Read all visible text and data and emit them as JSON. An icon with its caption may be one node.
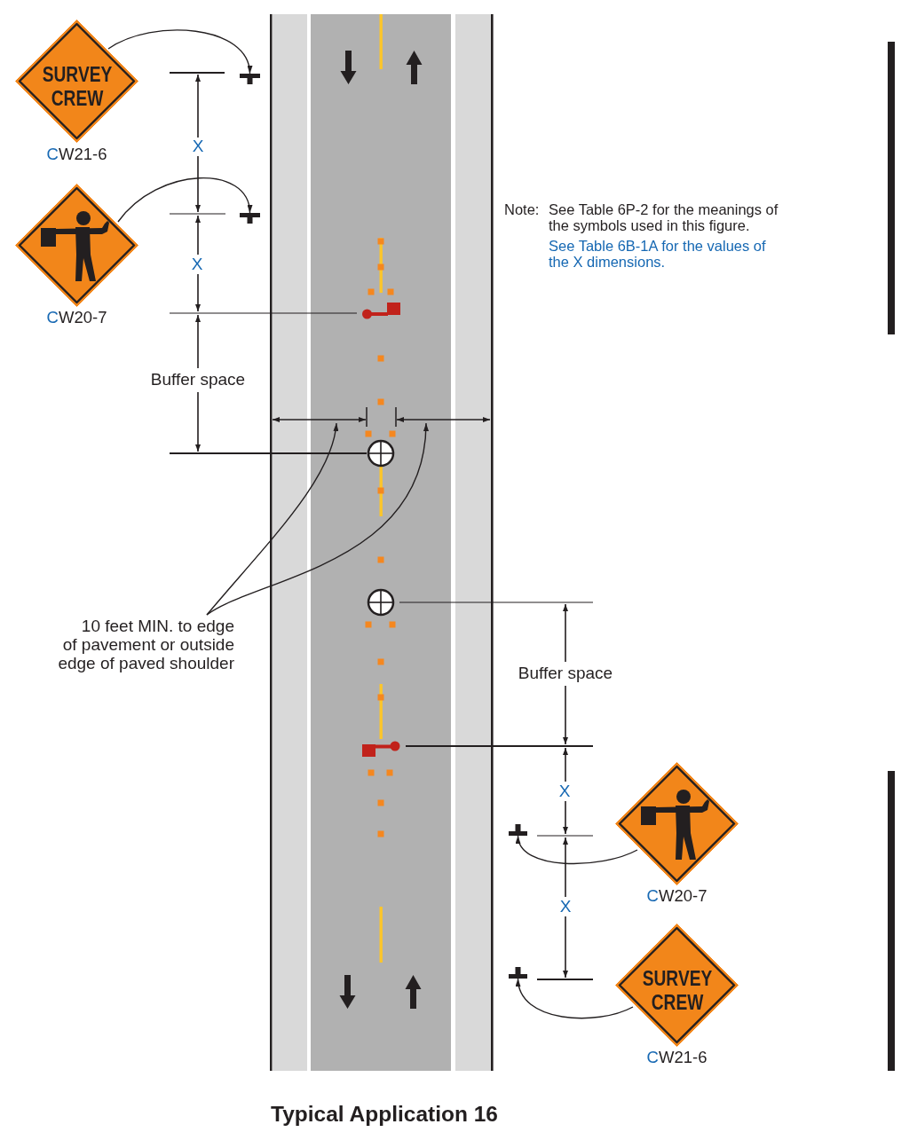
{
  "diagram": {
    "title": "Typical Application 16",
    "nodes": [
      {
        "text": [
          "SURVEY CREW"
        ],
        "beside": [
          "CW21-6"
        ]
      },
      {
        "text": [],
        "shape": "sign"
      },
      {
        "text": [],
        "shape": "diamond",
        "beside": [
          "CW20-7"
        ]
      },
      {
        "text": [],
        "shape": "sign"
      },
      {
        "text": [
          "10 feet MIN. to edge of pavement or outside edge of paved shoulder"
        ]
      },
      {
        "text": [],
        "shape": "sign"
      },
      {
        "text": [],
        "shape": "diamond",
        "beside": [
          "CW20-7"
        ]
      },
      {
        "text": [],
        "shape": "sign"
      },
      {
        "text": [
          "SURVEY CREW"
        ],
        "beside": [
          "CW21-6"
        ]
      }
    ],
    "edges": [
      {
        "from": 0,
        "to": 1,
        "arrow": "to"
      },
      {
        "from": 2,
        "to": 3,
        "arrow": "to"
      },
      {
        "from": 4,
        "to": null,
        "arrow": "to"
      },
      {
        "from": 4,
        "to": null,
        "arrow": "to"
      },
      {
        "from": 6,
        "to": 5,
        "arrow": "to"
      },
      {
        "from": 8,
        "to": 7,
        "arrow": "to"
      }
    ],
    "labels": [
      "X",
      "Note:",
      "See Table 6P-2 for the meanings of the symbols used in this figure.",
      "See Table 6B-1A for the values of the X dimensions.",
      "X",
      "Buffer space",
      "Buffer space",
      "X",
      "X"
    ]
  }
}
